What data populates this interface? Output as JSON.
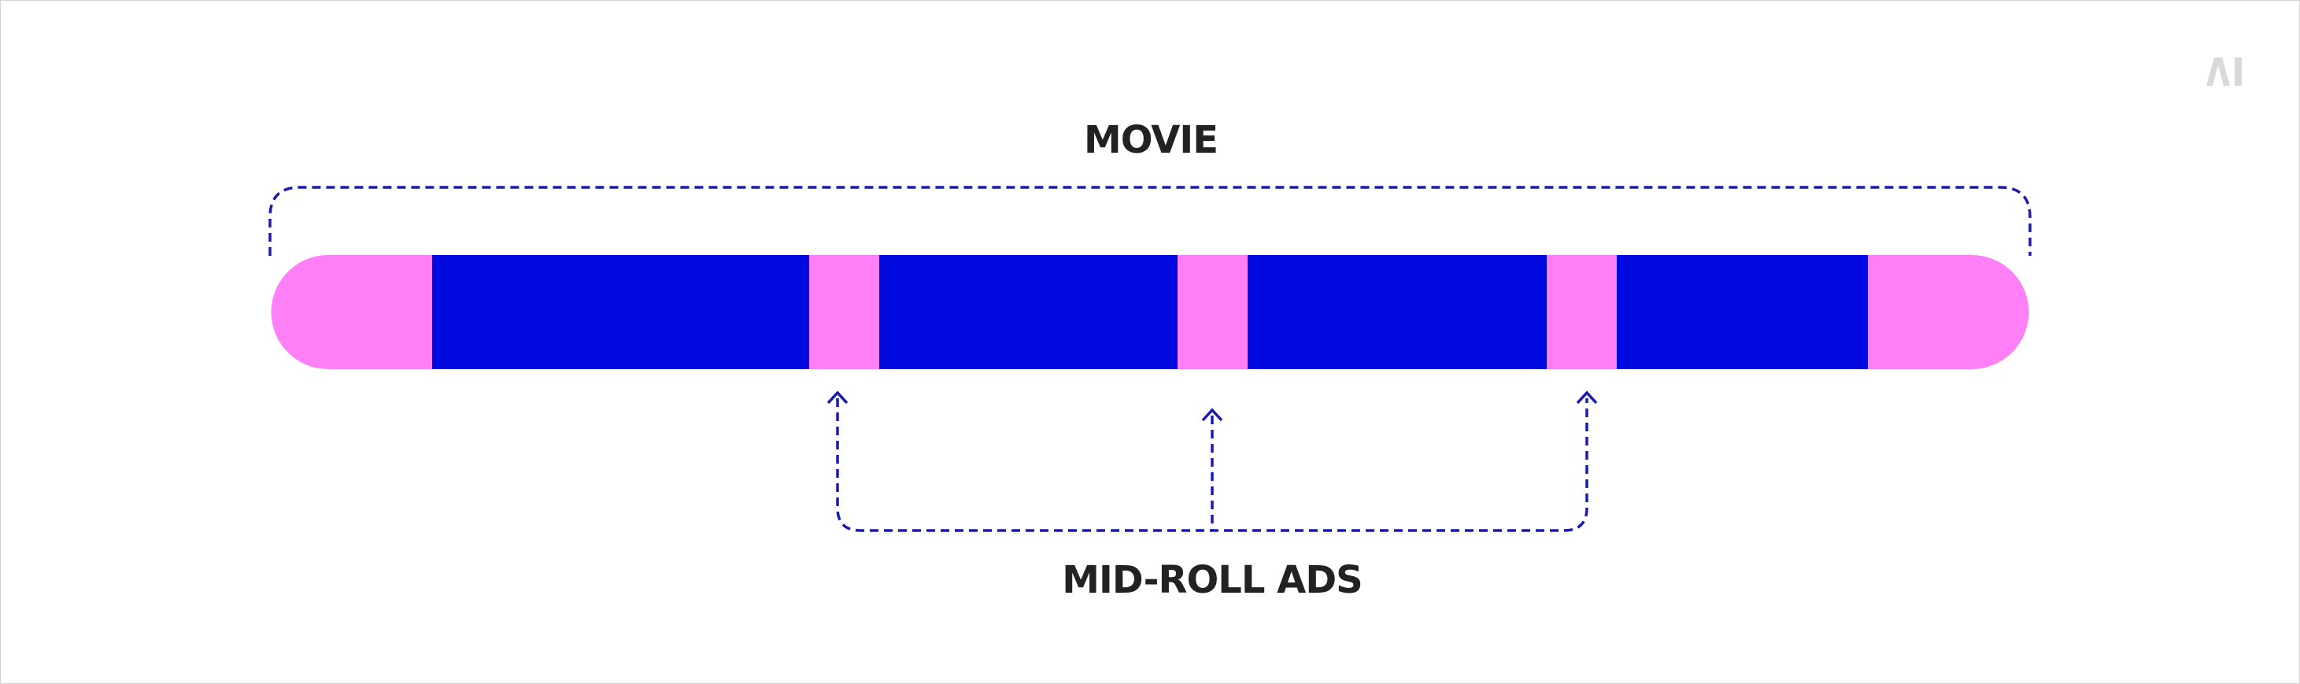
{
  "diagram": {
    "title": "MOVIE",
    "ads_label": "MID-ROLL ADS"
  },
  "logo": {
    "text": "AI"
  },
  "timeline": {
    "segments": [
      {
        "kind": "ad"
      },
      {
        "kind": "content"
      },
      {
        "kind": "ad"
      },
      {
        "kind": "content"
      },
      {
        "kind": "ad"
      },
      {
        "kind": "content"
      },
      {
        "kind": "ad"
      },
      {
        "kind": "content"
      },
      {
        "kind": "ad"
      }
    ]
  },
  "colors": {
    "content": "#0009de",
    "ad": "#ff80f6",
    "bracket": "#1a1ab0",
    "text": "#222222",
    "logo": "#d9d9d9"
  }
}
